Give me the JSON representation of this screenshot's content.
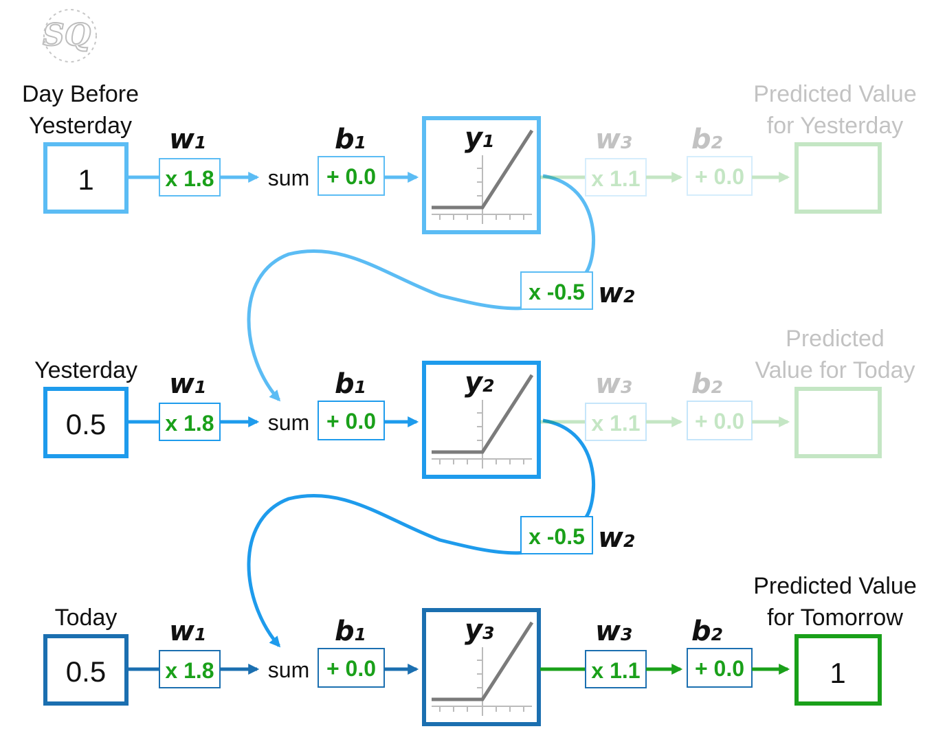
{
  "logo": {
    "text": "SQ"
  },
  "colors": {
    "row1": "#5bbcf4",
    "row2": "#1e9bec",
    "row3": "#1b6fb0",
    "green": "#1aa01a",
    "relu": "#7b7b7b"
  },
  "rows": [
    {
      "input_label_line1": "Day Before",
      "input_label_line2": "Yesterday",
      "input_value": "1",
      "w1_label": "w",
      "w1_sub": "1",
      "w1_box": "x 1.8",
      "sum_label": "sum",
      "b1_label": "b",
      "b1_sub": "1",
      "b1_box": "+ 0.0",
      "act_label": "y",
      "act_sub": "1",
      "w3_label": "w",
      "w3_sub": "3",
      "w3_box": "x 1.1",
      "b2_label": "b",
      "b2_sub": "2",
      "b2_box": "+ 0.0",
      "output_label_line1": "Predicted Value",
      "output_label_line2": "for Yesterday",
      "output_value": "",
      "active_output": false
    },
    {
      "input_label_line1": "",
      "input_label_line2": "Yesterday",
      "input_value": "0.5",
      "w1_label": "w",
      "w1_sub": "1",
      "w1_box": "x 1.8",
      "sum_label": "sum",
      "b1_label": "b",
      "b1_sub": "1",
      "b1_box": "+ 0.0",
      "act_label": "y",
      "act_sub": "2",
      "w3_label": "w",
      "w3_sub": "3",
      "w3_box": "x 1.1",
      "b2_label": "b",
      "b2_sub": "2",
      "b2_box": "+ 0.0",
      "output_label_line1": "Predicted",
      "output_label_line2": "Value for Today",
      "output_value": "",
      "active_output": false
    },
    {
      "input_label_line1": "",
      "input_label_line2": "Today",
      "input_value": "0.5",
      "w1_label": "w",
      "w1_sub": "1",
      "w1_box": "x 1.8",
      "sum_label": "sum",
      "b1_label": "b",
      "b1_sub": "1",
      "b1_box": "+ 0.0",
      "act_label": "y",
      "act_sub": "3",
      "w3_label": "w",
      "w3_sub": "3",
      "w3_box": "x 1.1",
      "b2_label": "b",
      "b2_sub": "2",
      "b2_box": "+ 0.0",
      "output_label_line1": "Predicted Value",
      "output_label_line2": "for Tomorrow",
      "output_value": "1",
      "active_output": true
    }
  ],
  "loops": [
    {
      "w2_box": "x -0.5",
      "w2_label": "w",
      "w2_sub": "2"
    },
    {
      "w2_box": "x -0.5",
      "w2_label": "w",
      "w2_sub": "2"
    }
  ]
}
